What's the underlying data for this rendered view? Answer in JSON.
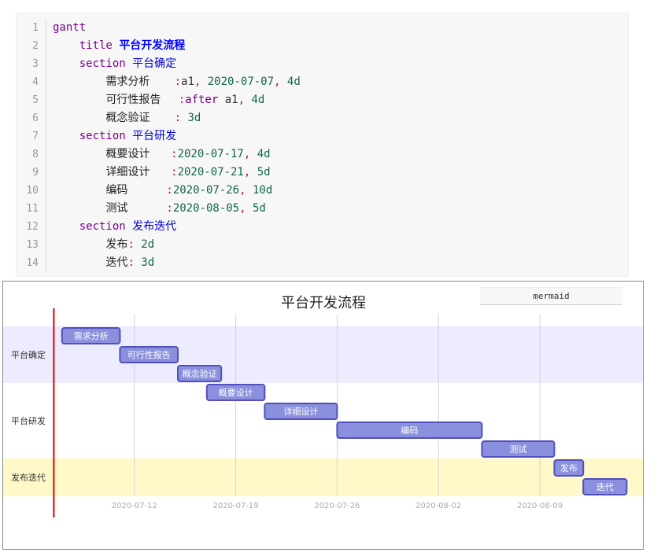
{
  "code": {
    "lines": [
      {
        "n": "1",
        "parts": [
          {
            "t": "gantt",
            "c": "kw"
          }
        ]
      },
      {
        "n": "2",
        "parts": [
          {
            "t": "    ",
            "c": "plain"
          },
          {
            "t": "title",
            "c": "kw"
          },
          {
            "t": " ",
            "c": "plain"
          },
          {
            "t": "平台开发流程",
            "c": "tt"
          }
        ]
      },
      {
        "n": "3",
        "parts": [
          {
            "t": "    ",
            "c": "plain"
          },
          {
            "t": "section",
            "c": "kw"
          },
          {
            "t": " ",
            "c": "plain"
          },
          {
            "t": "平台确定",
            "c": "sec"
          }
        ]
      },
      {
        "n": "4",
        "parts": [
          {
            "t": "        ",
            "c": "plain"
          },
          {
            "t": "需求分析       ",
            "c": "task"
          },
          {
            "t": ":",
            "c": "pun"
          },
          {
            "t": "a1",
            "c": "plain"
          },
          {
            "t": ", ",
            "c": "pun"
          },
          {
            "t": "2020-07-07",
            "c": "num"
          },
          {
            "t": ", ",
            "c": "pun"
          },
          {
            "t": "4d",
            "c": "num"
          }
        ]
      },
      {
        "n": "5",
        "parts": [
          {
            "t": "        ",
            "c": "plain"
          },
          {
            "t": "可行性报告     ",
            "c": "task"
          },
          {
            "t": ":",
            "c": "pun"
          },
          {
            "t": "after",
            "c": "kw"
          },
          {
            "t": " a1",
            "c": "plain"
          },
          {
            "t": ", ",
            "c": "pun"
          },
          {
            "t": "4d",
            "c": "num"
          }
        ]
      },
      {
        "n": "6",
        "parts": [
          {
            "t": "        ",
            "c": "plain"
          },
          {
            "t": "概念验证       ",
            "c": "task"
          },
          {
            "t": ": ",
            "c": "pun"
          },
          {
            "t": "3d",
            "c": "num"
          }
        ]
      },
      {
        "n": "7",
        "parts": [
          {
            "t": "    ",
            "c": "plain"
          },
          {
            "t": "section",
            "c": "kw"
          },
          {
            "t": " ",
            "c": "plain"
          },
          {
            "t": "平台研发",
            "c": "sec"
          }
        ]
      },
      {
        "n": "8",
        "parts": [
          {
            "t": "        ",
            "c": "plain"
          },
          {
            "t": "概要设计      ",
            "c": "task"
          },
          {
            "t": ":",
            "c": "pun"
          },
          {
            "t": "2020-07-17",
            "c": "num"
          },
          {
            "t": ", ",
            "c": "pun"
          },
          {
            "t": "4d",
            "c": "num"
          }
        ]
      },
      {
        "n": "9",
        "parts": [
          {
            "t": "        ",
            "c": "plain"
          },
          {
            "t": "详细设计      ",
            "c": "task"
          },
          {
            "t": ":",
            "c": "pun"
          },
          {
            "t": "2020-07-21",
            "c": "num"
          },
          {
            "t": ", ",
            "c": "pun"
          },
          {
            "t": "5d",
            "c": "num"
          }
        ]
      },
      {
        "n": "10",
        "parts": [
          {
            "t": "        ",
            "c": "plain"
          },
          {
            "t": "编码           ",
            "c": "task"
          },
          {
            "t": ":",
            "c": "pun"
          },
          {
            "t": "2020-07-26",
            "c": "num"
          },
          {
            "t": ", ",
            "c": "pun"
          },
          {
            "t": "10d",
            "c": "num"
          }
        ]
      },
      {
        "n": "11",
        "parts": [
          {
            "t": "        ",
            "c": "plain"
          },
          {
            "t": "测试           ",
            "c": "task"
          },
          {
            "t": ":",
            "c": "pun"
          },
          {
            "t": "2020-08-05",
            "c": "num"
          },
          {
            "t": ", ",
            "c": "pun"
          },
          {
            "t": "5d",
            "c": "num"
          }
        ]
      },
      {
        "n": "12",
        "parts": [
          {
            "t": "    ",
            "c": "plain"
          },
          {
            "t": "section",
            "c": "kw"
          },
          {
            "t": " ",
            "c": "plain"
          },
          {
            "t": "发布迭代",
            "c": "sec"
          }
        ]
      },
      {
        "n": "13",
        "parts": [
          {
            "t": "        ",
            "c": "plain"
          },
          {
            "t": "发布",
            "c": "task"
          },
          {
            "t": ": ",
            "c": "pun"
          },
          {
            "t": "2d",
            "c": "num"
          }
        ]
      },
      {
        "n": "14",
        "parts": [
          {
            "t": "        ",
            "c": "plain"
          },
          {
            "t": "迭代",
            "c": "task"
          },
          {
            "t": ": ",
            "c": "pun"
          },
          {
            "t": "3d",
            "c": "num"
          }
        ]
      }
    ]
  },
  "mermaid_button": "mermaid",
  "colors": {
    "bar_fill": "#8a90dd",
    "bar_stroke": "#534fbc",
    "section_band_1": "#ececfe",
    "section_band_2": "#ffffff",
    "section_band_3": "#fff9c9",
    "today_line": "#dd0000",
    "grid": "#d3d3d3",
    "tick_text": "#aaaaaa"
  },
  "chart_data": {
    "type": "gantt",
    "title": "平台开发流程",
    "x_range": [
      "2020-07-05",
      "2020-08-14"
    ],
    "today": "2020-07-06",
    "x_ticks": [
      "2020-07-12",
      "2020-07-19",
      "2020-07-26",
      "2020-08-02",
      "2020-08-09"
    ],
    "sections": [
      {
        "name": "平台确定",
        "tasks": [
          {
            "name": "需求分析",
            "start": "2020-07-07",
            "end": "2020-07-11"
          },
          {
            "name": "可行性报告",
            "start": "2020-07-11",
            "end": "2020-07-15"
          },
          {
            "name": "概念验证",
            "start": "2020-07-15",
            "end": "2020-07-18"
          }
        ]
      },
      {
        "name": "平台研发",
        "tasks": [
          {
            "name": "概要设计",
            "start": "2020-07-17",
            "end": "2020-07-21"
          },
          {
            "name": "详细设计",
            "start": "2020-07-21",
            "end": "2020-07-26"
          },
          {
            "name": "编码",
            "start": "2020-07-26",
            "end": "2020-08-05"
          },
          {
            "name": "测试",
            "start": "2020-08-05",
            "end": "2020-08-10"
          }
        ]
      },
      {
        "name": "发布迭代",
        "tasks": [
          {
            "name": "发布",
            "start": "2020-08-10",
            "end": "2020-08-12"
          },
          {
            "name": "迭代",
            "start": "2020-08-12",
            "end": "2020-08-15"
          }
        ]
      }
    ]
  }
}
